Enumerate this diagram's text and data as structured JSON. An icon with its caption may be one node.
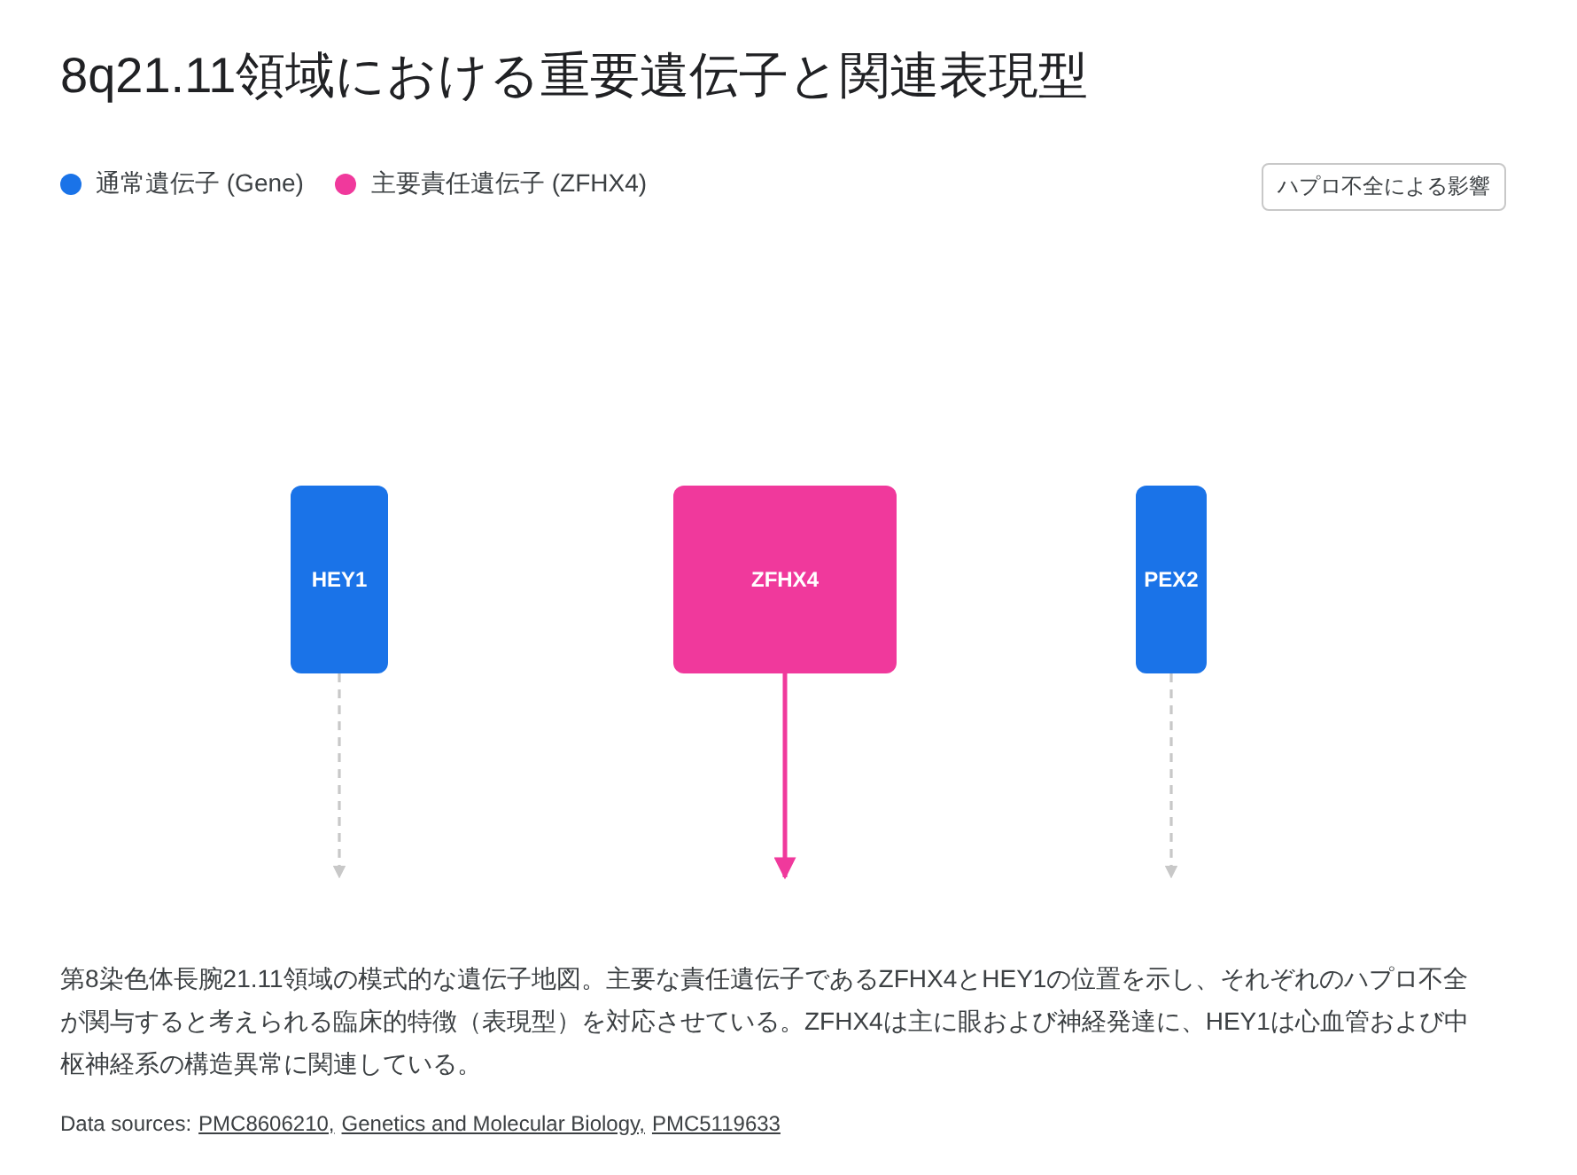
{
  "diagram": {
    "title": "8q21.11領域における重要遺伝子と関連表現型",
    "caption": "第8染色体長腕21.11領域の模式的な遺伝子地図。主要な責任遺伝子であるZFHX4とHEY1の位置を示し、それぞれのハプロ不全が関与すると考えられる臨床的特徴（表現型）を対応させている。ZFHX4は主に眼および神経発達に、HEY1は心血管および中枢神経系の構造異常に関連している。",
    "nodes": [
      {
        "text": [
          "HEY1"
        ]
      },
      {
        "text": [
          "ZFHX4"
        ]
      },
      {
        "text": [
          "PEX2"
        ]
      }
    ],
    "edges": [
      {
        "from": 0,
        "to": null,
        "arrow": "to",
        "style": "dashed"
      },
      {
        "from": 1,
        "to": null,
        "arrow": "to",
        "color": "#f0399c"
      },
      {
        "from": 2,
        "to": null,
        "arrow": "to",
        "style": "dashed"
      }
    ],
    "labels": [
      "ハプロ不全による影響",
      "Data sources:",
      "PMC8606210,",
      "Genetics and Molecular Biology,",
      "PMC5119633"
    ],
    "legend": [
      {
        "text": "通常遺伝子 (Gene)",
        "color": "#1a73e8"
      },
      {
        "text": "主要責任遺伝子 (ZFHX4)",
        "color": "#f0399c"
      }
    ]
  }
}
